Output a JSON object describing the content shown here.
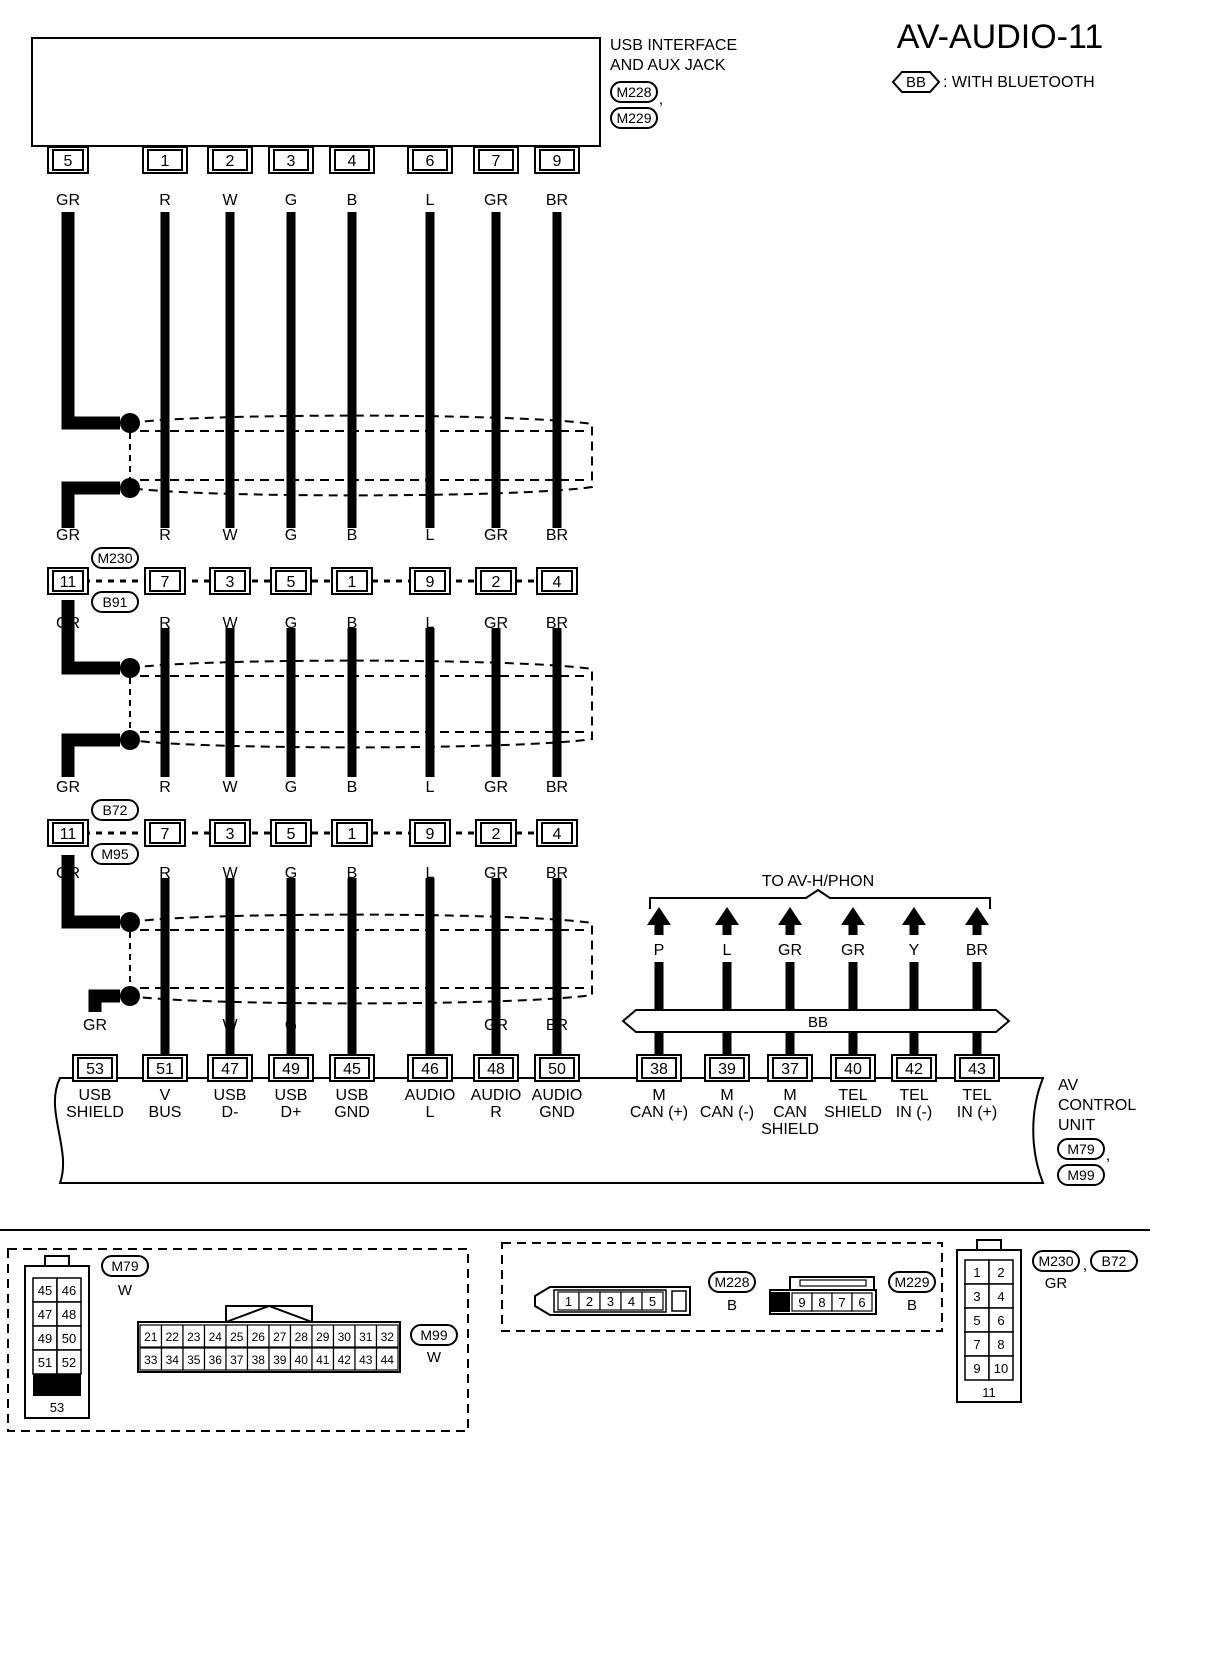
{
  "page": {
    "title": "AV-AUDIO-11",
    "legend_badge": "BB",
    "legend_text": ": WITH BLUETOOTH"
  },
  "usb_unit": {
    "name_line1": "USB INTERFACE",
    "name_line2": "AND AUX JACK",
    "connectors": [
      "M228",
      "M229"
    ],
    "sep": ","
  },
  "wires": [
    {
      "top_pin": "5",
      "color": "GR",
      "j1": "11",
      "j2": "11",
      "bottom_pin": "53",
      "func1": "USB",
      "func2": "SHIELD",
      "bottom_color": "GR"
    },
    {
      "top_pin": "1",
      "color": "R",
      "j1": "7",
      "j2": "7",
      "bottom_pin": "51",
      "func1": "V",
      "func2": "BUS",
      "bottom_color": "R"
    },
    {
      "top_pin": "2",
      "color": "W",
      "j1": "3",
      "j2": "3",
      "bottom_pin": "47",
      "func1": "USB",
      "func2": "D-",
      "bottom_color": "W"
    },
    {
      "top_pin": "3",
      "color": "G",
      "j1": "5",
      "j2": "5",
      "bottom_pin": "49",
      "func1": "USB",
      "func2": "D+",
      "bottom_color": "G"
    },
    {
      "top_pin": "4",
      "color": "B",
      "j1": "1",
      "j2": "1",
      "bottom_pin": "45",
      "func1": "USB",
      "func2": "GND",
      "bottom_color": "B"
    },
    {
      "top_pin": "6",
      "color": "L",
      "j1": "9",
      "j2": "9",
      "bottom_pin": "46",
      "func1": "AUDIO",
      "func2": "L",
      "bottom_color": "L"
    },
    {
      "top_pin": "7",
      "color": "GR",
      "j1": "2",
      "j2": "2",
      "bottom_pin": "48",
      "func1": "AUDIO",
      "func2": "R",
      "bottom_color": "GR"
    },
    {
      "top_pin": "9",
      "color": "BR",
      "j1": "4",
      "j2": "4",
      "bottom_pin": "50",
      "func1": "AUDIO",
      "func2": "GND",
      "bottom_color": "BR"
    }
  ],
  "junction1": {
    "upper": "M230",
    "lower": "B91"
  },
  "junction2": {
    "upper": "B72",
    "lower": "M95"
  },
  "phone": {
    "heading": "TO AV-H/PHON",
    "bus": "BB",
    "wires": [
      {
        "color": "P",
        "pin": "38",
        "func1": "M",
        "func2": "CAN (+)",
        "func3": ""
      },
      {
        "color": "L",
        "pin": "39",
        "func1": "M",
        "func2": "CAN (-)",
        "func3": ""
      },
      {
        "color": "GR",
        "pin": "37",
        "func1": "M",
        "func2": "CAN",
        "func3": "SHIELD"
      },
      {
        "color": "GR",
        "pin": "40",
        "func1": "TEL",
        "func2": "SHIELD",
        "func3": ""
      },
      {
        "color": "Y",
        "pin": "42",
        "func1": "TEL",
        "func2": "IN (-)",
        "func3": ""
      },
      {
        "color": "BR",
        "pin": "43",
        "func1": "TEL",
        "func2": "IN (+)",
        "func3": ""
      }
    ]
  },
  "av_unit": {
    "line1": "AV",
    "line2": "CONTROL",
    "line3": "UNIT",
    "connectors": [
      "M79",
      "M99"
    ],
    "sep": ","
  },
  "faces": {
    "m79": {
      "label": "M79",
      "color": "W",
      "rows": [
        [
          "45",
          "46"
        ],
        [
          "47",
          "48"
        ],
        [
          "49",
          "50"
        ],
        [
          "51",
          "52"
        ]
      ],
      "bottom": "53"
    },
    "m99": {
      "label": "M99",
      "color": "W",
      "row1": [
        "21",
        "22",
        "23",
        "24",
        "25",
        "26",
        "27",
        "28",
        "29",
        "30",
        "31",
        "32"
      ],
      "row2": [
        "33",
        "34",
        "35",
        "36",
        "37",
        "38",
        "39",
        "40",
        "41",
        "42",
        "43",
        "44"
      ]
    },
    "m228": {
      "label": "M228",
      "color": "B",
      "pins": [
        "1",
        "2",
        "3",
        "4",
        "5"
      ]
    },
    "m229": {
      "label": "M229",
      "color": "B",
      "pins": [
        "9",
        "8",
        "7",
        "6"
      ]
    },
    "m230": {
      "labels": [
        "M230",
        "B72"
      ],
      "sep": ",",
      "color": "GR",
      "rows": [
        [
          "1",
          "2"
        ],
        [
          "3",
          "4"
        ],
        [
          "5",
          "6"
        ],
        [
          "7",
          "8"
        ],
        [
          "9",
          "10"
        ]
      ],
      "bottom": "11"
    }
  }
}
